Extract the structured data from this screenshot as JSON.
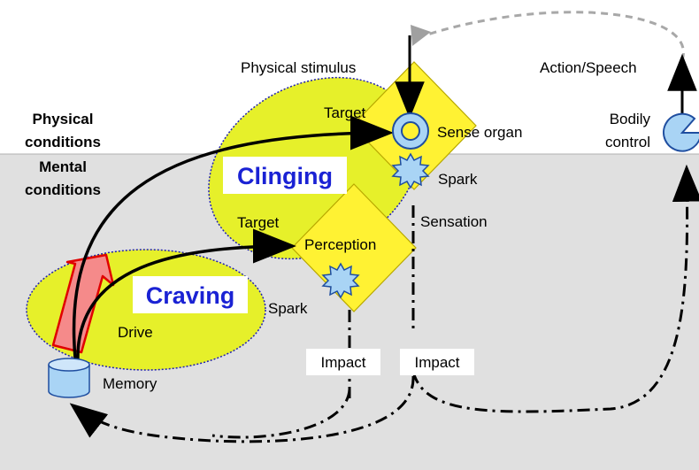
{
  "regions": {
    "physical": "Physical conditions",
    "physical_line1": "Physical",
    "physical_line2": "conditions",
    "mental_line1": "Mental",
    "mental_line2": "conditions"
  },
  "labels": {
    "physical_stimulus": "Physical stimulus",
    "action_speech": "Action/Speech",
    "bodily_line1": "Bodily",
    "bodily_line2": "control",
    "target_top": "Target",
    "sense_organ": "Sense organ",
    "spark_top": "Spark",
    "sensation": "Sensation",
    "target_mid": "Target",
    "perception": "Perception",
    "spark_mid": "Spark",
    "drive": "Drive",
    "memory": "Memory",
    "impact_left": "Impact",
    "impact_right": "Impact"
  },
  "headings": {
    "clinging": "Clinging",
    "craving": "Craving"
  },
  "colors": {
    "mental_bg": "#e0e0e0",
    "ellipse_fill": "#e6f02a",
    "diamond_fill": "#fff233",
    "blue_shape": "#a9d4f5",
    "heading_text": "#1a22d4",
    "arrow_red": "#f58a8a",
    "arrow_red_stroke": "#e00000",
    "gray_arrow": "#a0a0a0"
  }
}
